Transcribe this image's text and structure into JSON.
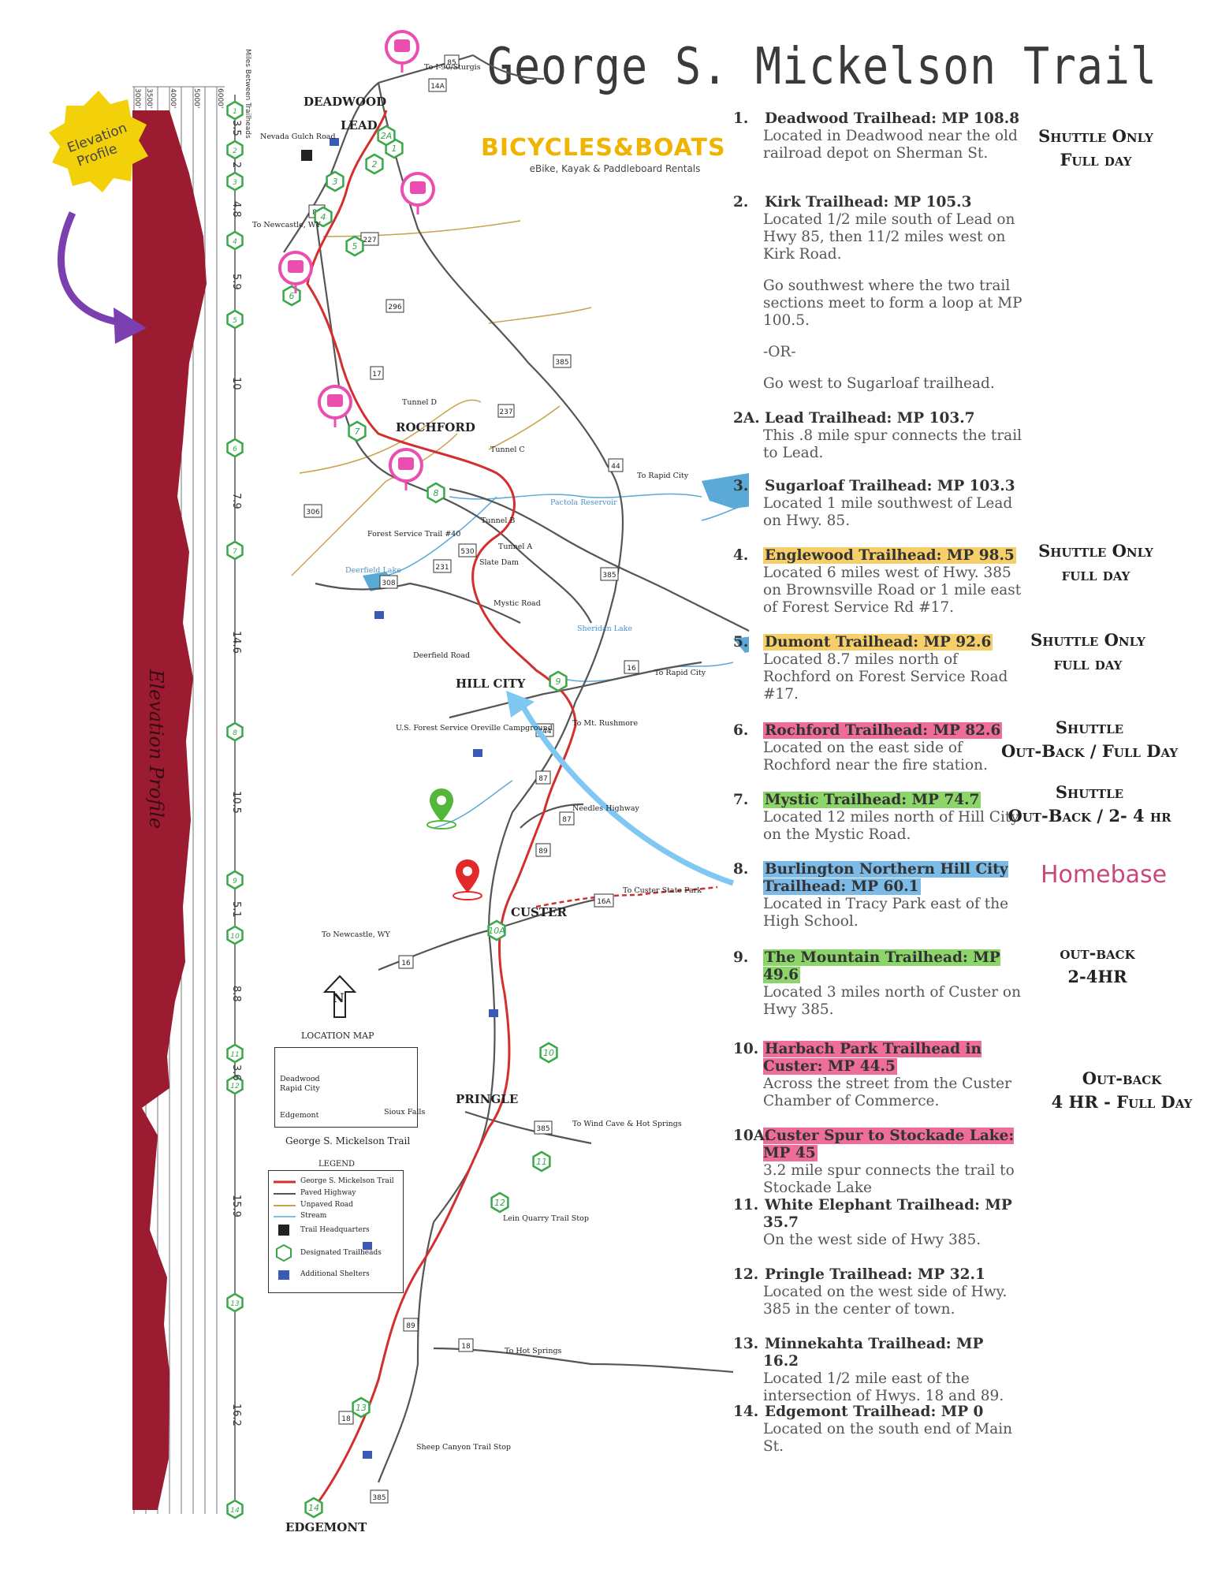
{
  "title": "George S. Mickelson Trail",
  "logo": {
    "name": "BICYCLES&BOATS",
    "tagline": "eBike, Kayak & Paddleboard Rentals"
  },
  "badge": {
    "text_line1": "Elevation",
    "text_line2": "Profile"
  },
  "elevation": {
    "vertical_label": "Elevation Profile",
    "header_labels": [
      "3000'",
      "3500'",
      "4000'",
      "5000'",
      "6000'"
    ],
    "distance_header": "Miles Between Trailheads",
    "mileages": [
      "3.5",
      "2",
      "4.8",
      "5.9",
      "10",
      "7.9",
      "14.6",
      "10.5",
      "5.1",
      "8.8",
      "3.6",
      "15.9",
      "16.2"
    ],
    "trailhead_markers": [
      "1",
      "2",
      "3",
      "4",
      "5",
      "6",
      "7",
      "8",
      "9",
      "10",
      "11",
      "12",
      "13",
      "14"
    ]
  },
  "trailheads": [
    {
      "num": "1.",
      "name": "Deadwood Trailhead: MP 108.8",
      "desc": "Located in Deadwood near the old railroad depot on Sherman St.",
      "hl": ""
    },
    {
      "num": "2.",
      "name": "Kirk Trailhead: MP 105.3",
      "desc": "Located 1/2 mile south of Lead on Hwy 85, then 11/2 miles west on Kirk Road.",
      "hl": "",
      "extra1": "Go southwest where the two trail sections meet to form a loop at MP 100.5.",
      "extra2": "-OR-",
      "extra3": "Go west to Sugarloaf trailhead."
    },
    {
      "num": "2A.",
      "name": "Lead Trailhead: MP 103.7",
      "desc": "This .8 mile spur connects the trail to   Lead.",
      "hl": ""
    },
    {
      "num": "3.",
      "name": "Sugarloaf Trailhead: MP 103.3",
      "desc": "Located 1 mile southwest of Lead on Hwy. 85.",
      "hl": ""
    },
    {
      "num": "4.",
      "name": "Englewood Trailhead: MP 98.5",
      "desc": "Located 6 miles west of Hwy. 385 on Brownsville Road or 1 mile east of Forest Service Rd #17.",
      "hl": "yellow"
    },
    {
      "num": "5.",
      "name": "Dumont Trailhead: MP 92.6",
      "desc": "Located 8.7 miles north of Rochford on Forest Service Road #17.",
      "hl": "yellow"
    },
    {
      "num": "6.",
      "name": "Rochford Trailhead: MP 82.6",
      "desc": "Located on the east side of Rochford near the fire station.",
      "hl": "pink"
    },
    {
      "num": "7.",
      "name": "Mystic Trailhead: MP 74.7",
      "desc": "Located 12 miles north of Hill City on the Mystic Road.",
      "hl": "green"
    },
    {
      "num": "8.",
      "name": "Burlington Northern Hill City Trailhead: MP 60.1",
      "desc": "Located in Tracy Park east of the High School.",
      "hl": "blue"
    },
    {
      "num": "9.",
      "name": "The Mountain Trailhead: MP 49.6",
      "desc": "Located 3 miles north of Custer on Hwy 385.",
      "hl": "green"
    },
    {
      "num": "10.",
      "name": "Harbach Park Trailhead in Custer: MP 44.5",
      "desc": "Across the street from the Custer Chamber of Commerce.",
      "hl": "pink"
    },
    {
      "num": "10A.",
      "name": "Custer Spur to Stockade Lake: MP 45",
      "desc": "3.2 mile spur connects the trail to Stockade Lake",
      "hl": "pink"
    },
    {
      "num": "11.",
      "name": "White Elephant Trailhead: MP 35.7",
      "desc": "On the west side of Hwy 385.",
      "hl": ""
    },
    {
      "num": "12.",
      "name": "Pringle Trailhead: MP 32.1",
      "desc": "Located on the west side of Hwy. 385 in the center of town.",
      "hl": ""
    },
    {
      "num": "13.",
      "name": "Minnekahta Trailhead: MP 16.2",
      "desc": "Located 1/2 mile east of the intersection of Hwys. 18 and 89.",
      "hl": ""
    },
    {
      "num": "14.",
      "name": "Edgemont Trailhead: MP 0",
      "desc": "Located on the south end of Main St.",
      "hl": ""
    }
  ],
  "notes": {
    "n1a": "Shuttle Only",
    "n1b": "Full day",
    "n4a": "Shuttle Only",
    "n4b": "full day",
    "n5a": "Shuttle Only",
    "n5b": "full day",
    "n6a": "Shuttle",
    "n6b": "Out-Back / Full Day",
    "n7a": "Shuttle",
    "n7b": "Out-Back / 2- 4 hr",
    "homebase": "Homebase",
    "n9a": "out-back",
    "n9b": "2-4HR",
    "n10a": "Out-back",
    "n10b": "4 HR - Full Day"
  },
  "map": {
    "towns": {
      "deadwood": "DEADWOOD",
      "lead": "LEAD",
      "rochford": "ROCHFORD",
      "hill_city": "HILL CITY",
      "custer": "CUSTER",
      "pringle": "PRINGLE",
      "edgemont": "EDGEMONT"
    },
    "places": {
      "sturgis": "To I-90/Sturgis",
      "nevada_gulch": "Nevada Gulch Road",
      "newcastle1": "To Newcastle, WY",
      "tunnel_d": "Tunnel D",
      "tunnel_c": "Tunnel C",
      "tunnel_b": "Tunnel B",
      "tunnel_a": "Tunnel A",
      "rapid_city1": "To Rapid City",
      "pactola": "Pactola Reservoir",
      "forest_service": "Forest Service Trail #40",
      "deerfield_lake": "Deerfield Lake",
      "slate_dam": "Slate Dam",
      "mystic_road": "Mystic Road",
      "sheridan": "Sheridan Lake",
      "deerfield_road": "Deerfield Road",
      "rapid_city2": "To Rapid City",
      "rushmore": "To Mt. Rushmore",
      "oreville": "U.S. Forest Service Oreville Campground",
      "needles": "Needles Highway",
      "custer_state": "To Custer State Park",
      "newcastle2": "To Newcastle, WY",
      "wind_cave": "To Wind Cave & Hot Springs",
      "lein_quarry": "Lein Quarry Trail Stop",
      "hot_springs": "To Hot Springs",
      "sheep_canyon": "Sheep Canyon Trail Stop"
    },
    "location_map_title": "LOCATION MAP",
    "location_map": {
      "deadwood": "Deadwood",
      "rapid_city": "Rapid City",
      "edgemont": "Edgemont",
      "sioux_falls": "Sioux Falls",
      "caption": "George S. Mickelson Trail"
    },
    "compass": "N",
    "legend": {
      "title": "LEGEND",
      "items": [
        "George S. Mickelson Trail",
        "Paved Highway",
        "Unpaved Road",
        "Stream",
        "Trail Headquarters",
        "Designated Trailheads",
        "Additional Shelters"
      ]
    },
    "routes": [
      "85",
      "385",
      "227",
      "296",
      "17",
      "237",
      "44",
      "306",
      "530",
      "231",
      "308",
      "385",
      "16",
      "244",
      "87",
      "87",
      "89",
      "16A",
      "16",
      "385",
      "89",
      "18",
      "18",
      "385",
      "85",
      "14A"
    ],
    "trailhead_circles": [
      "1",
      "2",
      "3",
      "4",
      "5",
      "6",
      "7",
      "8",
      "9",
      "10",
      "11",
      "12",
      "13",
      "14",
      "2A",
      "10A"
    ]
  },
  "colors": {
    "trail": "#d32f2f",
    "highway": "#555555",
    "unpaved": "#c8a24a",
    "stream": "#5aa9d6",
    "trailhead": "#3aa84a",
    "elevation": "#9b1b30",
    "badge": "#f2d10a",
    "bus_pin": "#ea4fb0"
  }
}
